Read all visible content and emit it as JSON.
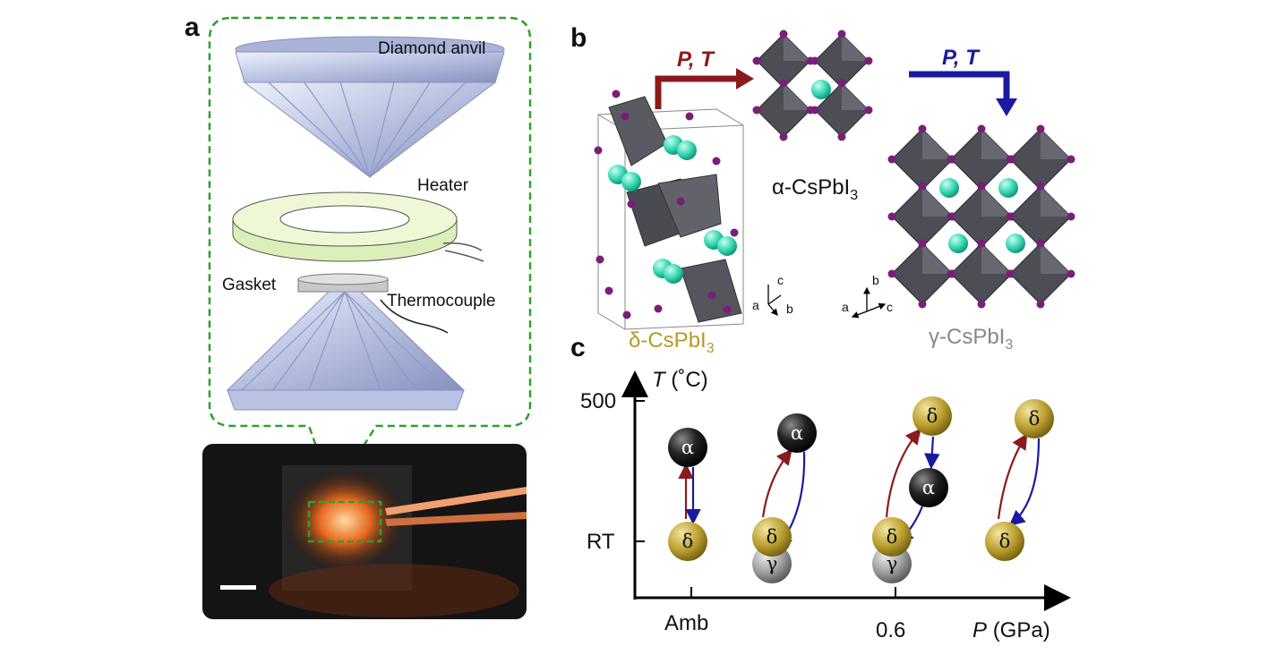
{
  "panel_a": {
    "label": "a",
    "diamond_anvil": "Diamond anvil",
    "heater": "Heater",
    "gasket": "Gasket",
    "thermocouple": "Thermocouple"
  },
  "panel_b": {
    "label": "b",
    "arrow1": "P, T",
    "arrow2": "P, T",
    "alpha": {
      "prefix": "α-CsPbI",
      "sub": "3"
    },
    "delta": {
      "prefix": "δ-CsPbI",
      "sub": "3"
    },
    "gamma": {
      "prefix": "γ-CsPbI",
      "sub": "3"
    },
    "axes_delta": {
      "a": "a",
      "b": "b",
      "c": "c"
    },
    "axes_gamma": {
      "a": "a",
      "b": "b",
      "c": "c"
    }
  },
  "panel_c": {
    "label": "c",
    "y_axis_var": "T",
    "y_axis_unit": "(˚C)",
    "y_ticks": [
      "500",
      "RT"
    ],
    "x_ticks": [
      "Amb",
      "0.6"
    ],
    "x_axis_var": "P",
    "x_axis_unit": "(GPa)",
    "spheres": {
      "alpha": "α",
      "delta": "δ",
      "gamma": "γ"
    }
  },
  "colors": {
    "heating_arrow": "#8b1a1a",
    "cooling_arrow": "#1a1aa0",
    "delta_label": "#b39a2a",
    "gamma_label": "#888888",
    "dashed_box": "#2ea02e"
  }
}
